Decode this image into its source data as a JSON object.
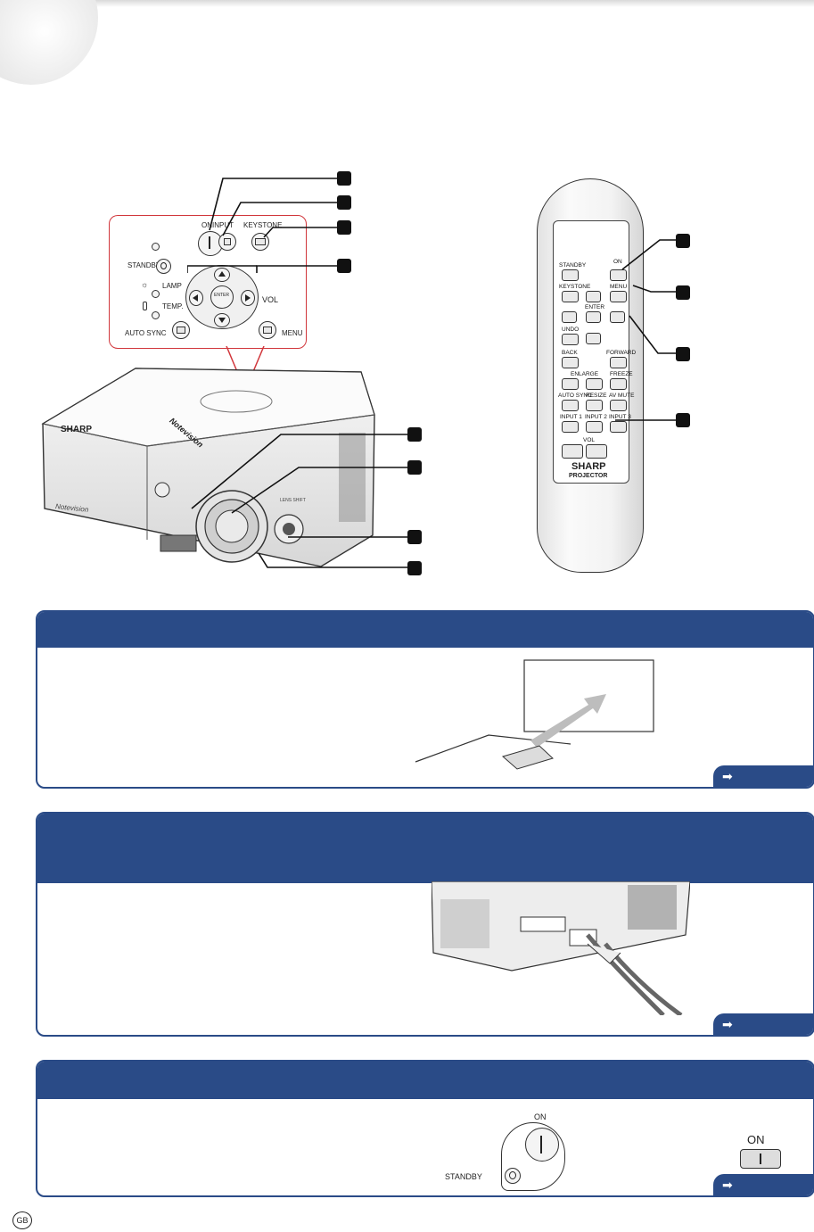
{
  "panel": {
    "on": "ON",
    "input": "INPUT",
    "keystone": "KEYSTONE",
    "standby": "STANDBY",
    "lamp": "LAMP",
    "temp": "TEMP.",
    "vol": "VOL",
    "auto_sync": "AUTO SYNC",
    "menu": "MENU",
    "enter": "ENTER"
  },
  "projector": {
    "brand": "SHARP",
    "badge": "Notevision",
    "lens_shift": "LENS SHIFT"
  },
  "remote": {
    "standby": "STANDBY",
    "on": "ON",
    "keystone": "KEYSTONE",
    "menu": "MENU",
    "enter": "ENTER",
    "undo": "UNDO",
    "back": "BACK",
    "forward": "FORWARD",
    "enlarge": "ENLARGE",
    "freeze": "FREEZE",
    "auto_sync": "AUTO SYNC",
    "resize": "RESIZE",
    "av_mute": "AV MUTE",
    "input1": "INPUT 1",
    "input2": "INPUT 2",
    "input3": "INPUT 3",
    "vol": "VOL",
    "brand": "SHARP",
    "model": "PROJECTOR"
  },
  "section3": {
    "on": "ON",
    "standby": "STANDBY",
    "on_key": "ON"
  },
  "footer": {
    "region_badge": "GB"
  },
  "colors": {
    "section_blue": "#2a4b87",
    "panel_border": "#d1363b"
  }
}
